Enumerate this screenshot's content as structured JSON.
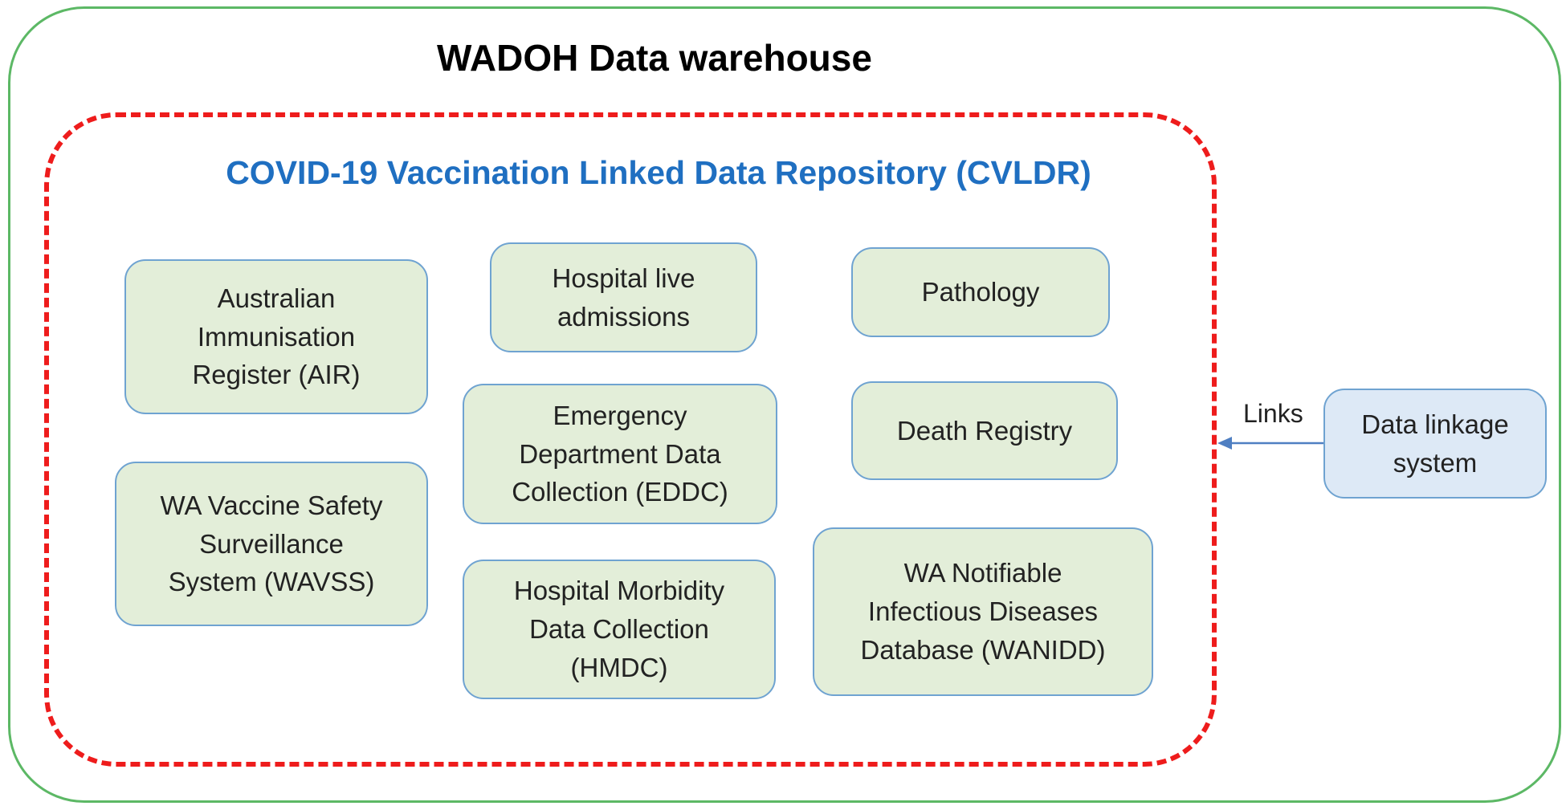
{
  "warehouse": {
    "title": "WADOH Data warehouse"
  },
  "repository": {
    "title": "COVID-19 Vaccination Linked Data Repository (CVLDR)",
    "sources": [
      {
        "label": "Australian\nImmunisation\nRegister (AIR)"
      },
      {
        "label": "WA Vaccine Safety\nSurveillance\nSystem (WAVSS)"
      },
      {
        "label": "Hospital live\nadmissions"
      },
      {
        "label": "Emergency\nDepartment Data\nCollection (EDDC)"
      },
      {
        "label": "Hospital Morbidity\nData Collection\n(HMDC)"
      },
      {
        "label": "Pathology"
      },
      {
        "label": "Death Registry"
      },
      {
        "label": "WA Notifiable\nInfectious Diseases\nDatabase (WANIDD)"
      }
    ]
  },
  "external": {
    "label": "Data linkage\nsystem",
    "link_label": "Links"
  },
  "colors": {
    "warehouse_border": "#5cb865",
    "repo_border": "#ee1c1c",
    "repo_title": "#1f6fc1",
    "box_fill": "#e3eed9",
    "box_border": "#6fa3d1",
    "external_fill": "#dde9f6",
    "arrow": "#4f7fc2"
  }
}
